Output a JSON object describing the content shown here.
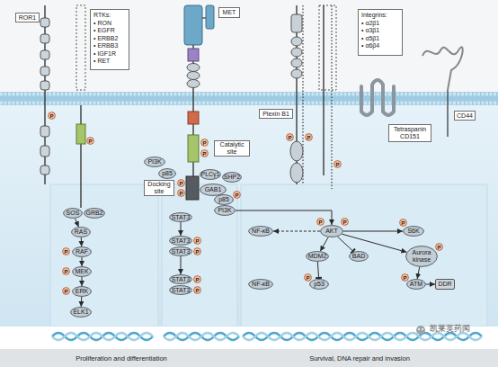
{
  "diagram": {
    "nodes": [
      {
        "text": [
          "ROR1"
        ]
      },
      {
        "text": [
          "RTKs:",
          "• RON",
          "• EGFR",
          "• ERBB2",
          "• ERBB3",
          "• IGF1R",
          "• RET"
        ]
      },
      {
        "text": [
          "MET"
        ]
      },
      {
        "text": [
          "Integrins:",
          "• α2β1",
          "• α3β1",
          "• α5β1",
          "• α6β4"
        ]
      },
      {
        "text": [
          "Plexin B1"
        ]
      },
      {
        "text": [
          "Tetraspanin CD151"
        ]
      },
      {
        "text": [
          "CD44"
        ]
      },
      {
        "text": [
          "Catalytic site"
        ]
      },
      {
        "text": [
          "Docking site"
        ]
      },
      {
        "text": [
          "SOS"
        ]
      },
      {
        "text": [
          "GRB2"
        ]
      },
      {
        "text": [
          "RAS"
        ]
      },
      {
        "text": [
          "RAF"
        ]
      },
      {
        "text": [
          "MEK"
        ]
      },
      {
        "text": [
          "ERK"
        ]
      },
      {
        "text": [
          "ELK1"
        ]
      },
      {
        "text": [
          "PI3K"
        ]
      },
      {
        "text": [
          "p85"
        ]
      },
      {
        "text": [
          "PLCγ1"
        ]
      },
      {
        "text": [
          "SHP2"
        ]
      },
      {
        "text": [
          "GAB1"
        ]
      },
      {
        "text": [
          "p85"
        ]
      },
      {
        "text": [
          "PI3K"
        ]
      },
      {
        "text": [
          "STAT3"
        ]
      },
      {
        "text": [
          "STAT3"
        ]
      },
      {
        "text": [
          "STAT3"
        ]
      },
      {
        "text": [
          "STAT3"
        ]
      },
      {
        "text": [
          "STAT3"
        ]
      },
      {
        "text": [
          "NF-κB"
        ]
      },
      {
        "text": [
          "AKT"
        ]
      },
      {
        "text": [
          "S6K"
        ]
      },
      {
        "text": [
          "MDM2"
        ]
      },
      {
        "text": [
          "BAD"
        ]
      },
      {
        "text": [
          "Aurora kinase"
        ]
      },
      {
        "text": [
          "NF-κB"
        ]
      },
      {
        "text": [
          "p53"
        ]
      },
      {
        "text": [
          "ATM"
        ]
      },
      {
        "text": [
          "DDR"
        ]
      },
      {
        "text": [
          "P"
        ]
      },
      {
        "text": [
          "P"
        ]
      },
      {
        "text": [
          "P"
        ]
      },
      {
        "text": [
          "P"
        ]
      },
      {
        "text": [
          "P"
        ]
      },
      {
        "text": [
          "P"
        ]
      },
      {
        "text": [
          "P"
        ]
      },
      {
        "text": [
          "P"
        ]
      },
      {
        "text": [
          "P"
        ]
      },
      {
        "text": [
          "P"
        ]
      },
      {
        "text": [
          "P"
        ]
      },
      {
        "text": [
          "P"
        ]
      },
      {
        "text": [
          "P"
        ]
      },
      {
        "text": [
          "P"
        ]
      },
      {
        "text": [
          "P"
        ]
      },
      {
        "text": [
          "P"
        ]
      },
      {
        "text": [
          "P"
        ]
      },
      {
        "text": [
          "P"
        ]
      },
      {
        "text": [
          "P"
        ]
      },
      {
        "text": [
          "P"
        ]
      },
      {
        "text": [
          "P"
        ]
      },
      {
        "text": [
          "P"
        ]
      },
      {
        "text": [
          "P"
        ]
      }
    ],
    "edges": [
      {
        "from": 9,
        "to": 11,
        "arrow": "to"
      },
      {
        "from": 11,
        "to": 12,
        "arrow": "to"
      },
      {
        "from": 12,
        "to": 13,
        "arrow": "to"
      },
      {
        "from": 13,
        "to": 14,
        "arrow": "to"
      },
      {
        "from": 14,
        "to": 15,
        "arrow": "to"
      },
      {
        "from": 23,
        "to": 24,
        "arrow": "to"
      },
      {
        "from": 25,
        "to": 26,
        "arrow": "to"
      },
      {
        "from": 22,
        "to": 29,
        "arrow": "to"
      },
      {
        "from": 29,
        "to": 28,
        "arrow": "to"
      },
      {
        "from": 29,
        "to": 30,
        "arrow": "to"
      },
      {
        "from": 29,
        "to": 31,
        "arrow": "to"
      },
      {
        "from": 29,
        "to": 32,
        "arrow": "to"
      },
      {
        "from": 31,
        "to": 35,
        "arrow": "to"
      },
      {
        "from": 29,
        "to": 33,
        "arrow": "to"
      },
      {
        "from": 33,
        "to": 36,
        "arrow": "to"
      },
      {
        "from": 36,
        "to": 37,
        "arrow": "to"
      }
    ],
    "labels": [
      "Proliferation and differentiation",
      "Survival, DNA repair and invasion",
      "凯莱英药闻"
    ]
  }
}
